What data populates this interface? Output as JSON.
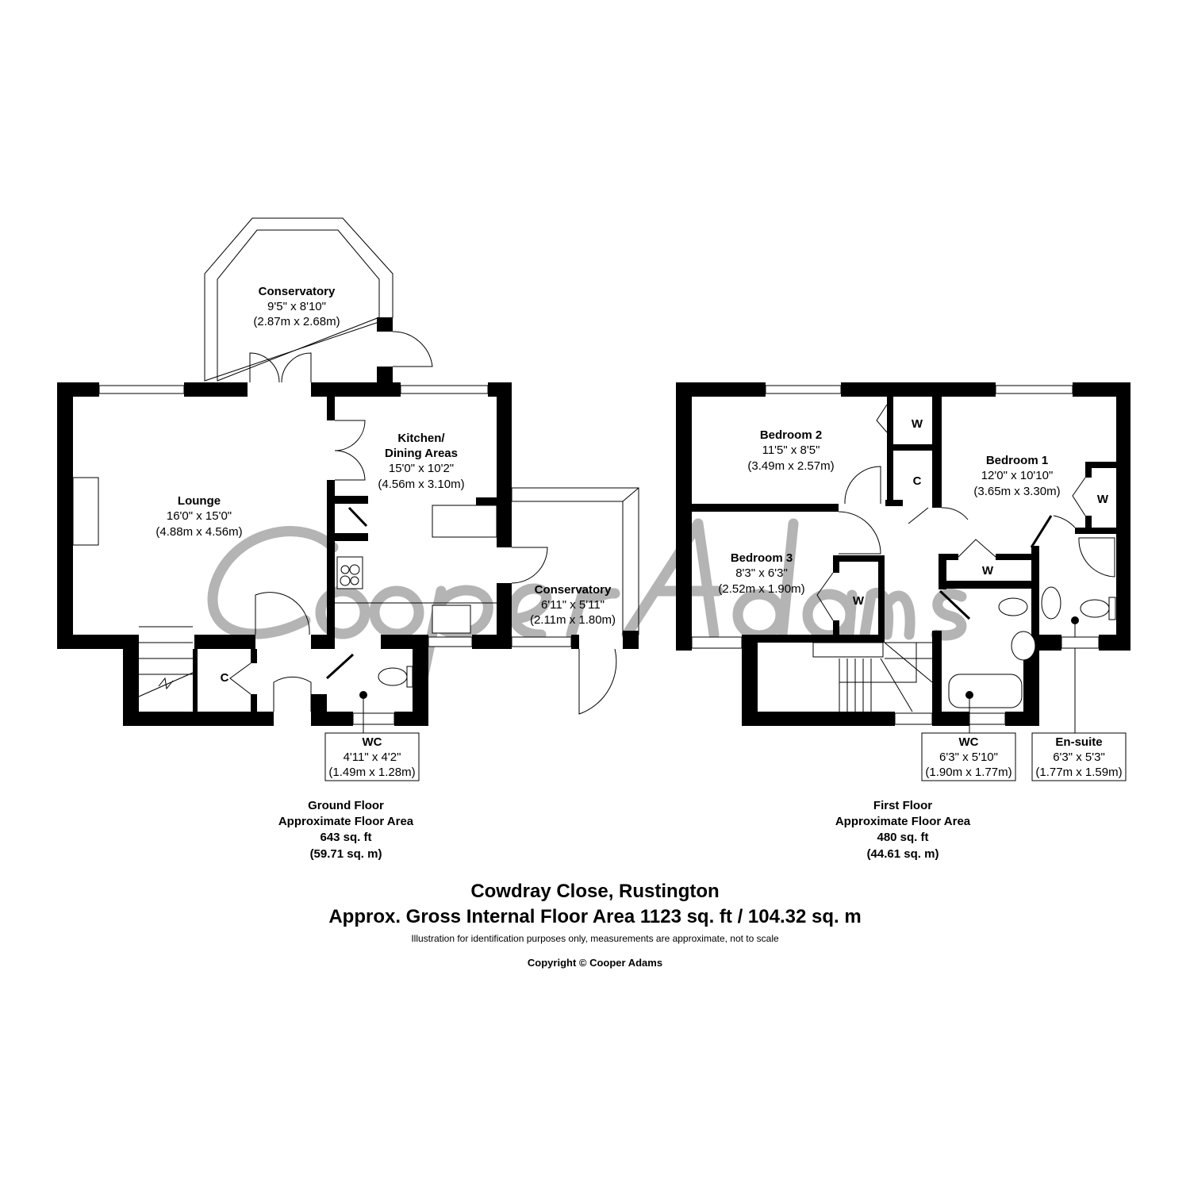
{
  "watermark": "CooperAdams",
  "ground_floor": {
    "rooms": [
      {
        "name": "Conservatory",
        "imperial": "9'5\" x 8'10\"",
        "metric": "(2.87m x 2.68m)"
      },
      {
        "name": "Kitchen/",
        "name2": "Dining Areas",
        "imperial": "15'0\" x 10'2\"",
        "metric": "(4.56m x 3.10m)"
      },
      {
        "name": "Lounge",
        "imperial": "16'0\" x 15'0\"",
        "metric": "(4.88m x 4.56m)"
      },
      {
        "name": "Conservatory",
        "imperial": "6'11\" x 5'11\"",
        "metric": "(2.11m x 1.80m)"
      },
      {
        "name": "WC",
        "imperial": "4'11\" x 4'2\"",
        "metric": "(1.49m x 1.28m)"
      }
    ],
    "cupboard_label": "C",
    "summary": {
      "title": "Ground Floor",
      "subtitle": "Approximate Floor Area",
      "sqft": "643 sq. ft",
      "sqm": "(59.71 sq. m)"
    }
  },
  "first_floor": {
    "rooms": [
      {
        "name": "Bedroom 2",
        "imperial": "11'5\" x 8'5\"",
        "metric": "(3.49m x 2.57m)"
      },
      {
        "name": "Bedroom 1",
        "imperial": "12'0\" x 10'10\"",
        "metric": "(3.65m x 3.30m)"
      },
      {
        "name": "Bedroom 3",
        "imperial": "8'3\" x 6'3\"",
        "metric": "(2.52m x 1.90m)"
      },
      {
        "name": "WC",
        "imperial": "6'3\" x 5'10\"",
        "metric": "(1.90m x 1.77m)"
      },
      {
        "name": "En-suite",
        "imperial": "6'3\" x 5'3\"",
        "metric": "(1.77m x 1.59m)"
      }
    ],
    "wardrobe_label": "W",
    "cupboard_label": "C",
    "summary": {
      "title": "First Floor",
      "subtitle": "Approximate Floor Area",
      "sqft": "480 sq. ft",
      "sqm": "(44.61 sq. m)"
    }
  },
  "footer": {
    "address": "Cowdray Close, Rustington",
    "gross_area": "Approx. Gross Internal Floor Area 1123 sq. ft / 104.32 sq. m",
    "disclaimer": "Illustration for identification purposes only, measurements are approximate, not to scale",
    "copyright": "Copyright © Cooper Adams"
  }
}
